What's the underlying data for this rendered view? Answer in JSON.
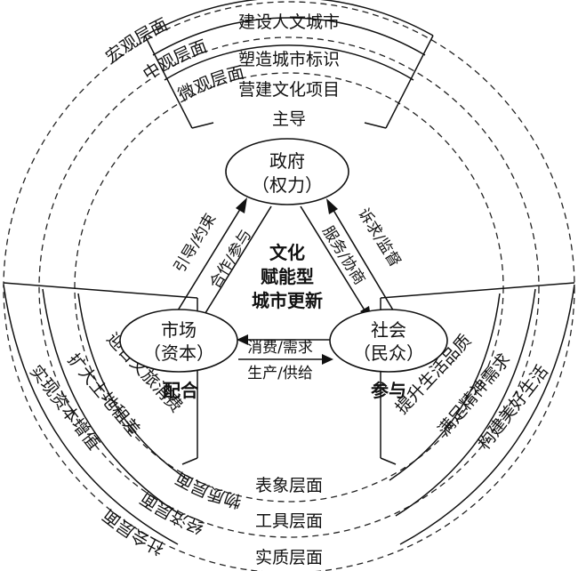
{
  "top_band": {
    "labels": [
      "建设人文城市",
      "塑造城市标识",
      "营建文化项目"
    ],
    "caption": "主导"
  },
  "left_band": {
    "labels": [
      "实现资本增值",
      "扩大土地租差",
      "迎合文旅消费"
    ],
    "caption": "配合"
  },
  "right_band": {
    "labels": [
      "构建美好生活",
      "满足精神需求",
      "提升生活品质"
    ],
    "caption": "参与"
  },
  "left_levels": [
    "宏观层面",
    "中观层面",
    "微观层面"
  ],
  "right_levels": [
    "社会层面",
    "经济层面",
    "物质层面"
  ],
  "bottom_levels": [
    "表象层面",
    "工具层面",
    "实质层面"
  ],
  "nodes": {
    "government": {
      "line1": "政府",
      "line2": "（权力）"
    },
    "market": {
      "line1": "市场",
      "line2": "（资本）"
    },
    "society": {
      "line1": "社会",
      "line2": "（民众）"
    }
  },
  "center": [
    "文化",
    "赋能型",
    "城市更新"
  ],
  "edges": {
    "market_to_gov": "引导/约束",
    "gov_to_market": "合作/参与",
    "gov_to_society": "服务/协商",
    "society_to_gov": "诉求/监督",
    "market_to_society": "消费/需求",
    "society_to_market": "生产/供给"
  }
}
